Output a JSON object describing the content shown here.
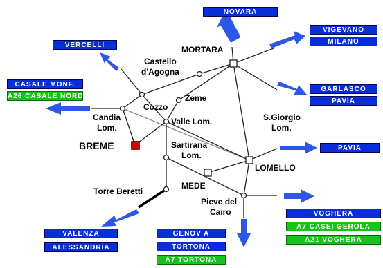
{
  "colors": {
    "road": "#222222",
    "arrow": "#2d57e6",
    "sign_blue": "#0a2ed6",
    "sign_green": "#14c418",
    "breme_marker": "#d40000"
  },
  "towns": {
    "mortara": "MORTARA",
    "castello_line1": "Castello",
    "castello_line2": "d'Agogna",
    "zeme": "Zeme",
    "cozzo": "Cozzo",
    "candia_line1": "Candia",
    "candia_line2": "Lom.",
    "valle": "Valle Lom.",
    "sgiorgio_line1": "S.Giorgio",
    "sgiorgio_line2": "Lom.",
    "breme": "BREME",
    "sartirana_line1": "Sartirana",
    "sartirana_line2": "Lom.",
    "lomello": "LOMELLO",
    "mede": "MEDE",
    "torre": "Torre Beretti",
    "pieve_line1": "Pieve del",
    "pieve_line2": "Cairo"
  },
  "signs": {
    "novara": "NOVARA",
    "vigevano": "VIGEVANO",
    "milano": "MILANO",
    "vercelli": "VERCELLI",
    "casale_monf": "CASALE MONF.",
    "a26_casale_nord": "A26 CASALE NORD",
    "garlasco": "GARLASCO",
    "pavia_1": "PAVIA",
    "pavia_2": "PAVIA",
    "voghera": "VOGHERA",
    "a7_casei_gerola": "A7 CASEI GEROLA",
    "a21_voghera": "A21 VOGHERA",
    "genova": "GENOV A",
    "tortona": "TORTONA",
    "a7_tortona": "A7 TORTONA",
    "valenza": "VALENZA",
    "alessandria": "ALESSANDRIA"
  }
}
